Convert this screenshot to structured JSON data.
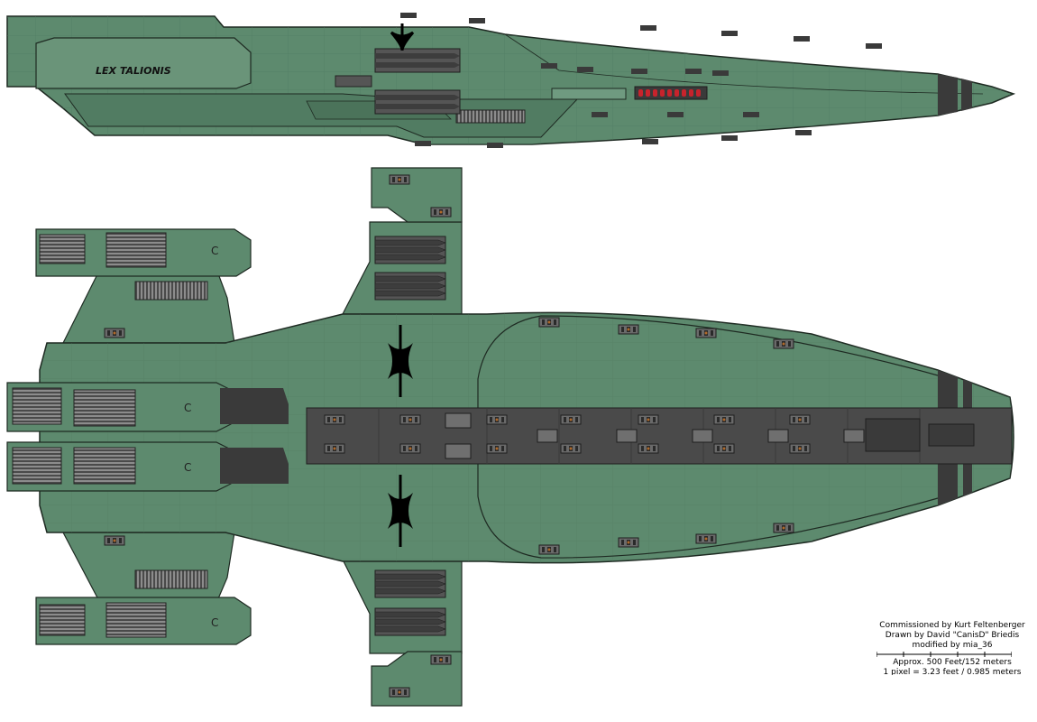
{
  "ship": {
    "name": "LEX TALIONIS"
  },
  "colors": {
    "hull": "#5d8a6e",
    "hull_dark": "#4b735a",
    "outline": "#1e2a22",
    "trench": "#4a4a4a",
    "engine": "#3a3a3a",
    "lights": "#c8232c",
    "emblem": "#000000"
  },
  "credits": {
    "commissioned": "Commissioned by Kurt Feltenberger",
    "drawn": "Drawn by David \"CanisD\" Briedis",
    "modified": "modified by mia_36",
    "size": "Approx. 500 Feet/152 meters",
    "scale": "1 pixel = 3.23 feet / 0.985 meters"
  }
}
